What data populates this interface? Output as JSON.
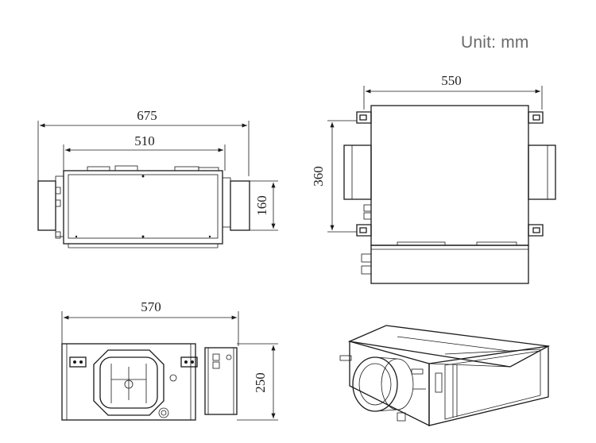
{
  "unit_label": "Unit: mm",
  "dimensions": {
    "side_overall": "675",
    "side_body": "510",
    "side_height": "160",
    "top_width": "550",
    "top_depth": "360",
    "front_width": "570",
    "front_height": "250"
  },
  "colors": {
    "line": "#1a1a1a",
    "unit_text": "#6b6b6b"
  }
}
